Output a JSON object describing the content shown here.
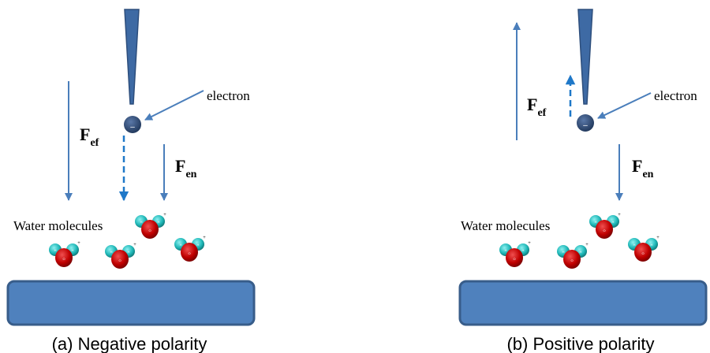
{
  "colors": {
    "tip": "#3E6AA4",
    "tip_edge": "#2D4E7C",
    "arrow": "#4A7EBB",
    "dashed_arrow": "#1F78C8",
    "electron": "#2E4A78",
    "substrate_fill": "#4F81BD",
    "substrate_edge": "#385D8A",
    "oxygen": "#C00000",
    "hydrogen": "#1FB8B8"
  },
  "panels": [
    {
      "electron_label": "electron",
      "electron_sign": "–",
      "force_field_main": "F",
      "force_field_sub": "ef",
      "force_electron_main": "F",
      "force_electron_sub": "en",
      "water_label": "Water molecules",
      "caption": "(a) Negative polarity"
    },
    {
      "electron_label": "electron",
      "electron_sign": "–",
      "force_field_main": "F",
      "force_field_sub": "ef",
      "force_electron_main": "F",
      "force_electron_sub": "en",
      "water_label": "Water molecules",
      "caption": "(b) Positive polarity"
    }
  ]
}
